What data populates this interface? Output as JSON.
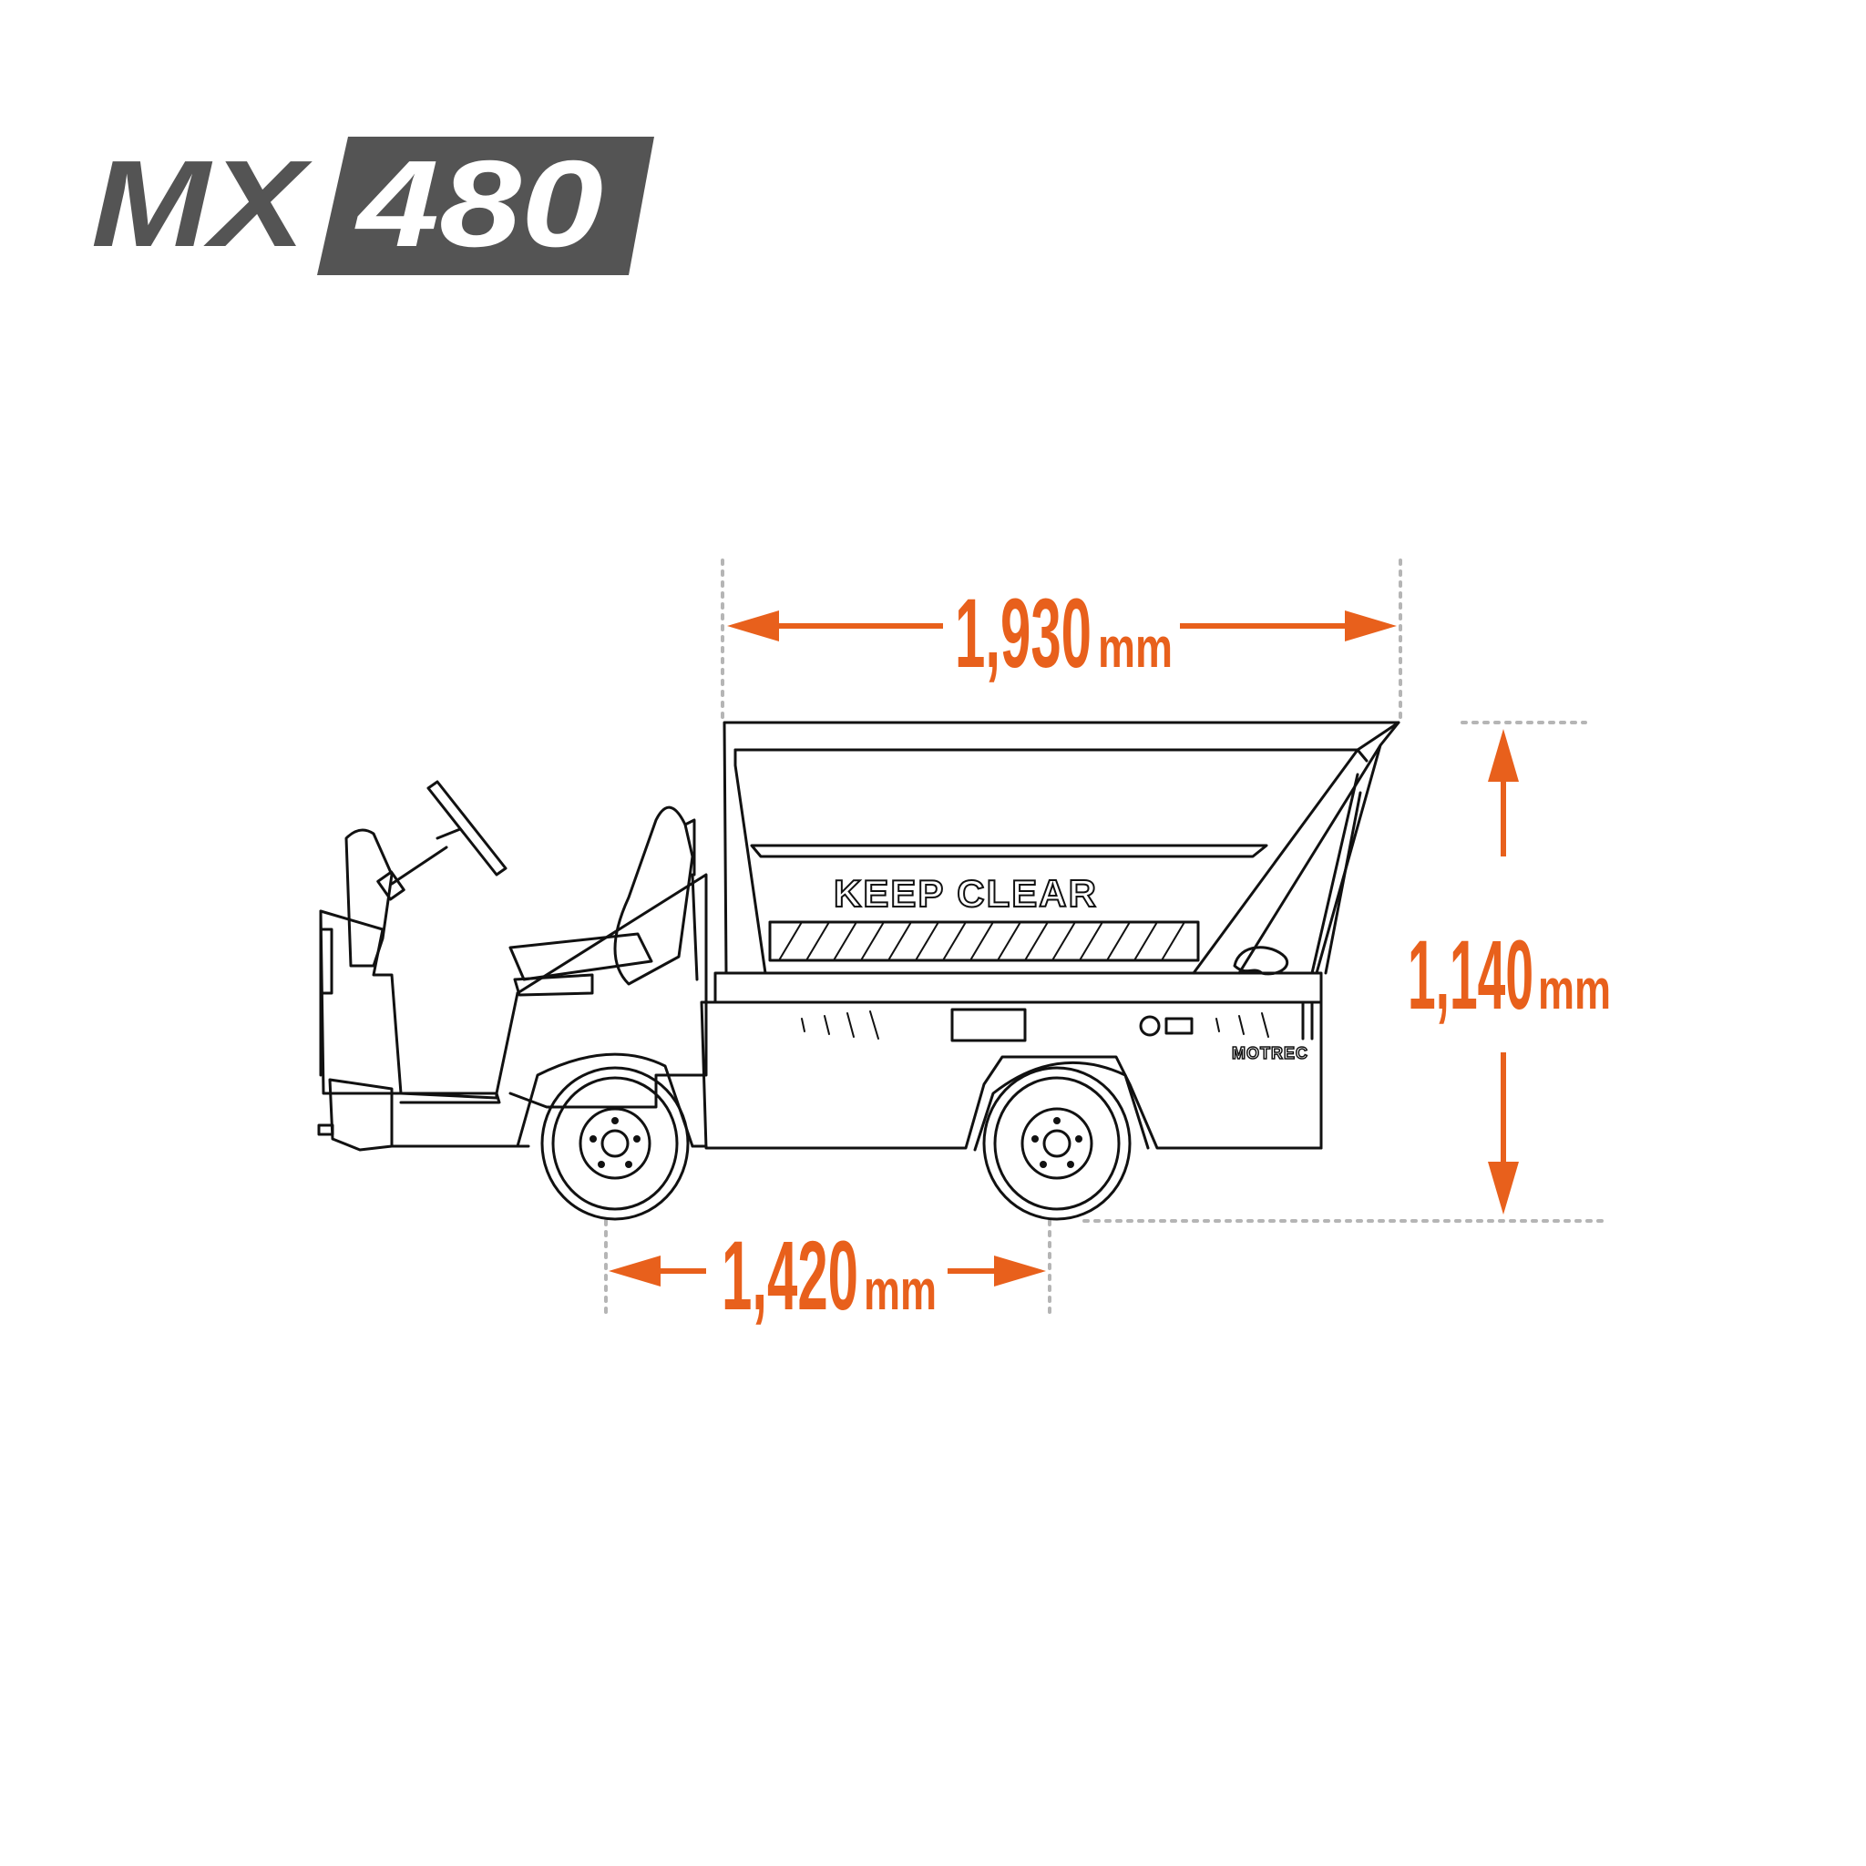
{
  "logo": {
    "model_prefix": "MX",
    "model_number": "480"
  },
  "vehicle": {
    "side_label": "KEEP CLEAR",
    "brand": "MOTREC"
  },
  "dimensions": {
    "length": {
      "value": "1,930",
      "unit": "mm"
    },
    "height": {
      "value": "1,140",
      "unit": "mm"
    },
    "wheelbase": {
      "value": "1,420",
      "unit": "mm"
    }
  },
  "colors": {
    "accent": "#E8601C",
    "logo_gray": "#545454",
    "line": "#111111",
    "guide": "#b5b5b5"
  }
}
